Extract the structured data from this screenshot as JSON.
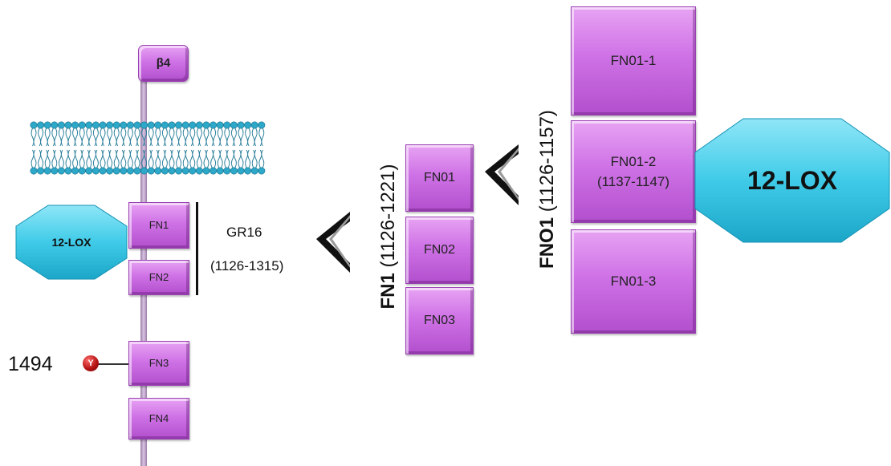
{
  "receptor": {
    "label": "β4",
    "domains": [
      "FN1",
      "FN2",
      "FN3",
      "FN4"
    ],
    "phospho_site": "1494",
    "phospho_residue": "Y",
    "binding_partner": "12-LOX"
  },
  "gr16": {
    "name": "GR16",
    "range": "(1126-1315)"
  },
  "fn1_construct": {
    "name": "FN1",
    "range": "(1126-1221)",
    "domains": [
      "FN01",
      "FN02",
      "FN03"
    ]
  },
  "fno1_construct": {
    "name": "FNO1",
    "range": "(1126-1157)",
    "domains": [
      "FN01-1",
      "FN01-2",
      "FN01-3"
    ],
    "fn01_2_range": "(1137-1147)",
    "binding_partner": "12-LOX"
  },
  "colors": {
    "domain_fill": "#cf72e6",
    "lox_fill": "#3fcbe8",
    "lipid_head": "#2ea8c9",
    "phospho": "#b01010"
  }
}
